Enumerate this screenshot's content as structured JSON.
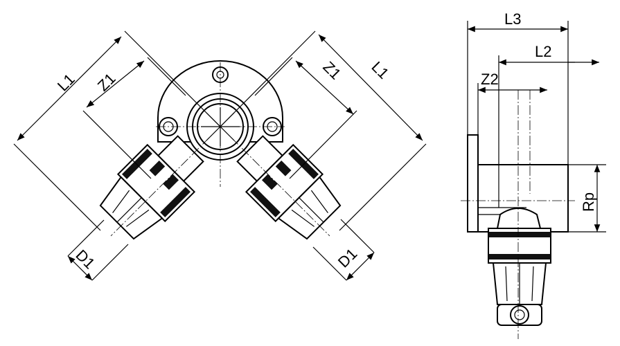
{
  "front_view": {
    "labels": {
      "l1_left": "L1",
      "z1_left": "Z1",
      "z1_right": "Z1",
      "l1_right": "L1",
      "d1_left": "D1",
      "d1_right": "D1"
    }
  },
  "side_view": {
    "labels": {
      "l3": "L3",
      "l2": "L2",
      "z2": "Z2",
      "rp": "Rp"
    }
  }
}
